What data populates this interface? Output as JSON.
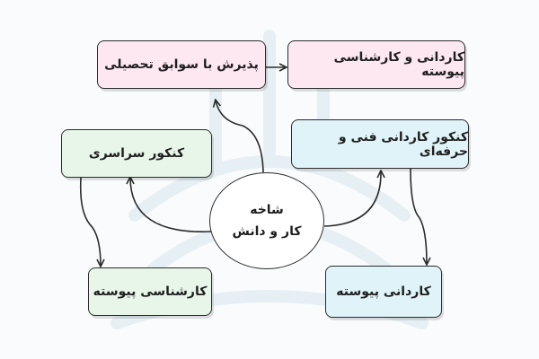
{
  "center": {
    "line1": "شاخه",
    "line2": "کار و دانش"
  },
  "boxes": {
    "admission_by_record": "پذیرش با سوابق تحصیلی",
    "associate_and_continuous_bachelor": "کاردانی و کارشناسی پیوسته",
    "national_entrance_exam": "کنکور سراسری",
    "technical_vocational_associate_exam": "کنکور کاردانی فنی و حرفه‌ای",
    "continuous_bachelor": "کارشناسی پیوسته",
    "continuous_associate": "کاردانی پیوسته"
  },
  "colors": {
    "pink": "#fde8f1",
    "green": "#e8f6ea",
    "blue": "#dff3f8",
    "stroke": "#2b2b2b"
  }
}
